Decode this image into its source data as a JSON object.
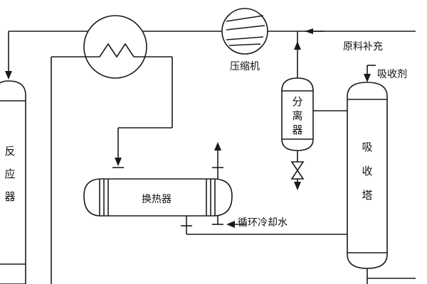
{
  "labels": {
    "raw_material": "原料补充",
    "absorbent": "吸收剂",
    "compressor": "压缩机",
    "heat_exchanger": "换热器",
    "cooling_water": "循环冷却水",
    "reactor": [
      "反",
      "应",
      "器"
    ],
    "separator": [
      "分",
      "离",
      "器"
    ],
    "absorber": [
      "吸",
      "收",
      "塔"
    ]
  }
}
